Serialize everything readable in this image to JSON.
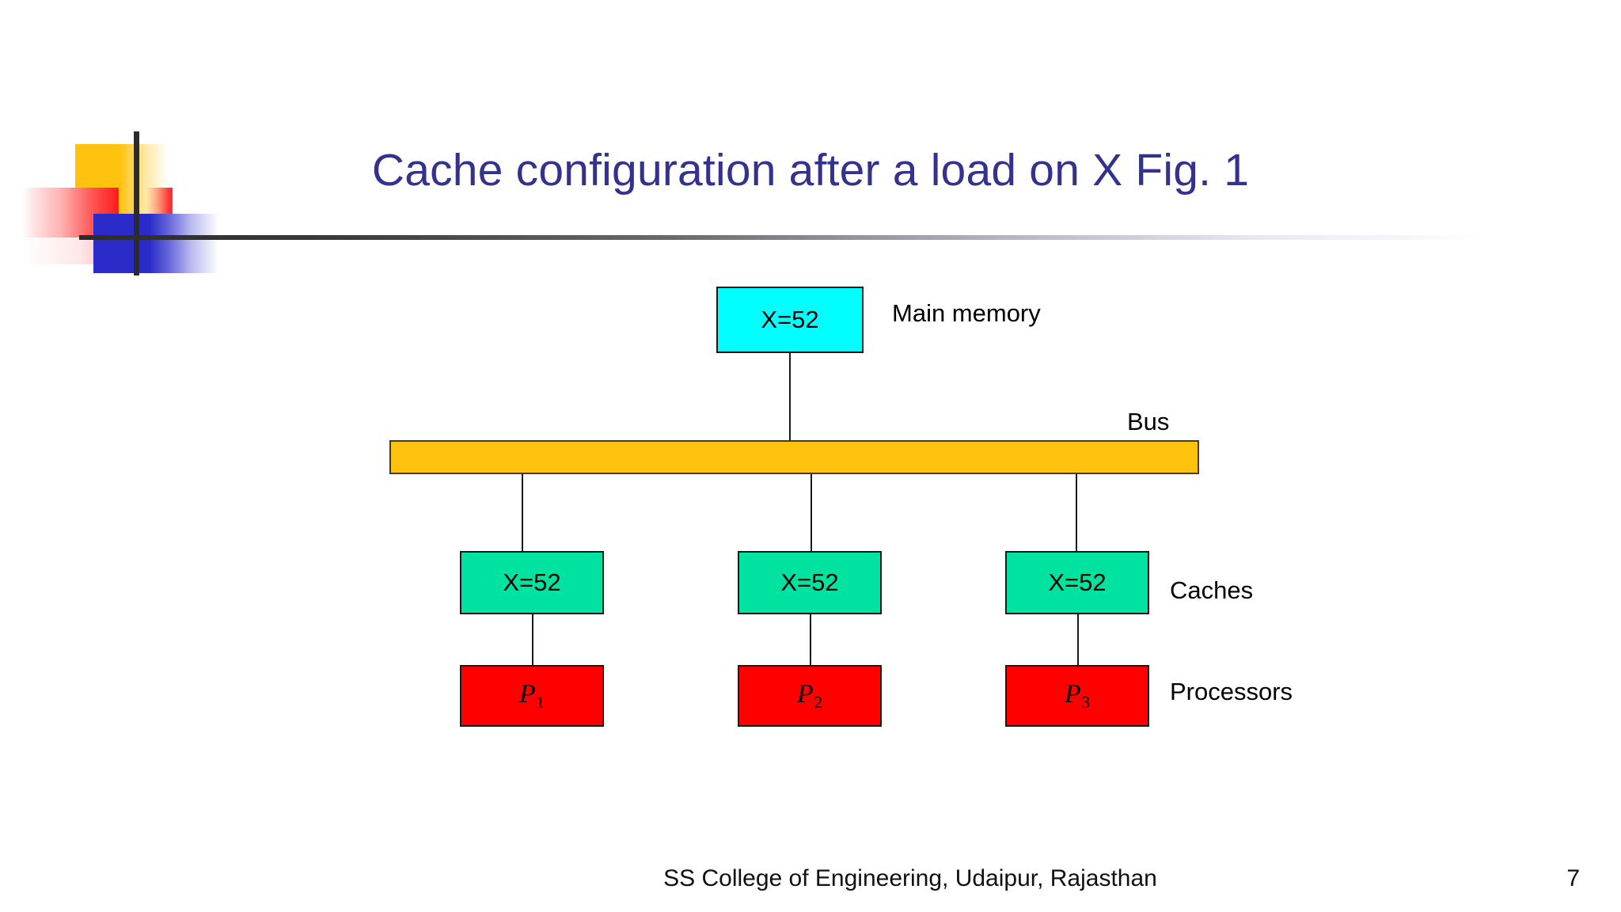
{
  "slide": {
    "title": "Cache configuration after a load on X Fig. 1",
    "footer": "SS College of Engineering, Udaipur, Rajasthan",
    "page_number": "7"
  },
  "colors": {
    "title_text": "#33338F",
    "main_memory_fill": "#00FFFF",
    "cache_fill": "#00E3A0",
    "processor_fill": "#FF0000",
    "bus_fill": "#FFC20E",
    "outline": "#1a1a1a",
    "logo_yellow": "#FFC20E",
    "logo_red": "#FF1A1A",
    "logo_blue": "#2B2BC9"
  },
  "diagram": {
    "main_memory": {
      "value": "X=52",
      "label": "Main memory"
    },
    "bus": {
      "label": "Bus"
    },
    "caches": {
      "label": "Caches",
      "items": [
        {
          "value": "X=52"
        },
        {
          "value": "X=52"
        },
        {
          "value": "X=52"
        }
      ]
    },
    "processors": {
      "label": "Processors",
      "items": [
        {
          "symbol": "P",
          "index": "1"
        },
        {
          "symbol": "P",
          "index": "2"
        },
        {
          "symbol": "P",
          "index": "3"
        }
      ]
    }
  }
}
